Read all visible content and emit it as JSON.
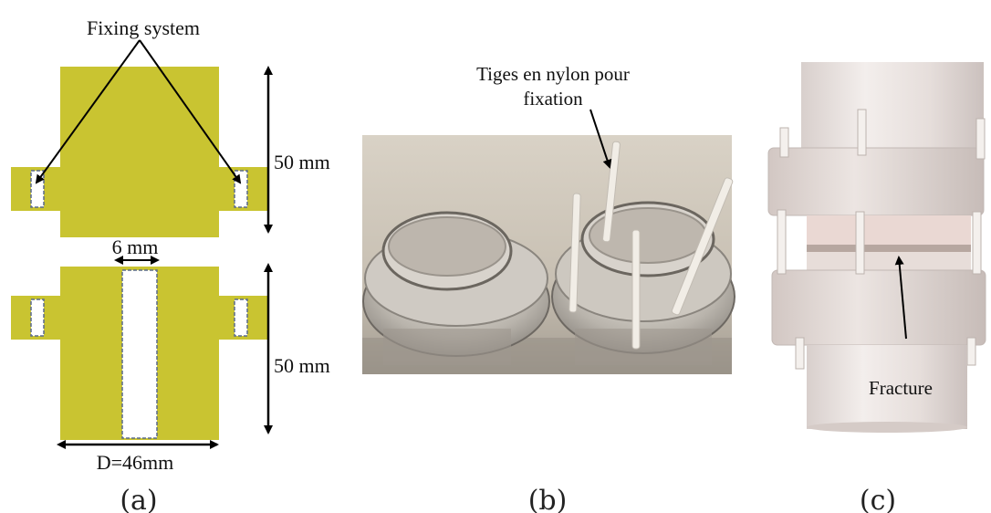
{
  "panel_a": {
    "fixing_label": "Fixing system",
    "dim_top": "50 mm",
    "dim_bottom": "50 mm",
    "slot_width": "6 mm",
    "diameter": "D=46mm",
    "caption": "(a)",
    "body_color": "#c9c431",
    "slot_outline_color": "#5a6a8a"
  },
  "panel_b": {
    "annotation_line1": "Tiges en nylon pour",
    "annotation_line2": "fixation",
    "caption": "(b)"
  },
  "panel_c": {
    "annotation": "Fracture",
    "caption": "(c)"
  }
}
